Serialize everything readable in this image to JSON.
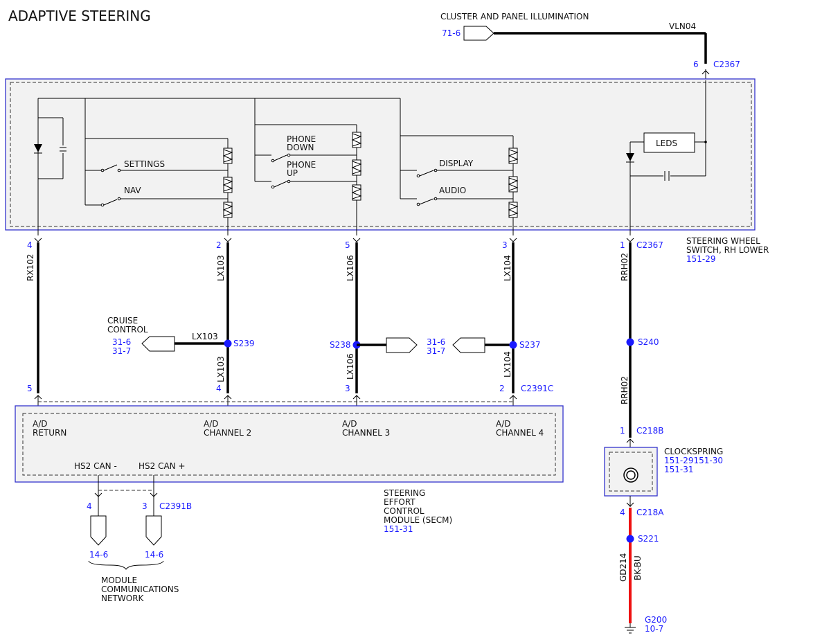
{
  "title": "ADAPTIVE STEERING",
  "illumination": {
    "label": "CLUSTER AND PANEL ILLUMINATION",
    "ref": "71-6",
    "wire": "VLN04",
    "pin": "6",
    "connector": "C2367"
  },
  "switch": {
    "labels": {
      "settings": "SETTINGS",
      "nav": "NAV",
      "phone_down_1": "PHONE",
      "phone_down_2": "DOWN",
      "phone_up_1": "PHONE",
      "phone_up_2": "UP",
      "display": "DISPLAY",
      "audio": "AUDIO",
      "leds": "LEDS"
    },
    "name_1": "STEERING WHEEL",
    "name_2": "SWITCH, RH LOWER",
    "ref": "151-29"
  },
  "pins_top": {
    "rx102": "4",
    "lx103": "2",
    "lx106": "5",
    "lx104": "3",
    "rrh02": "1",
    "connector": "C2367"
  },
  "wires": {
    "rx102": "RX102",
    "lx103": "LX103",
    "lx103_branch": "LX103",
    "lx103_lower": "LX103",
    "lx106": "LX106",
    "lx106_lower": "LX106",
    "lx104": "LX104",
    "lx104_lower": "LX104",
    "rrh02": "RRH02",
    "rrh02_lower": "RRH02",
    "gd214": "GD214",
    "bkbu": "BK-BU"
  },
  "cruise": {
    "label_1": "CRUISE",
    "label_2": "CONTROL",
    "ref_1": "31-6",
    "ref_2": "31-7"
  },
  "splices": {
    "s239": "S239",
    "s238": "S238",
    "s237": "S237",
    "s240": "S240",
    "s221": "S221"
  },
  "right_refs": {
    "ref_1": "31-6",
    "ref_2": "31-7"
  },
  "pins_bottom": {
    "return": "5",
    "ch2": "4",
    "ch3": "3",
    "ch4": "2",
    "connector": "C2391C"
  },
  "secm": {
    "return_1": "A/D",
    "return_2": "RETURN",
    "ch2_1": "A/D",
    "ch2_2": "CHANNEL 2",
    "ch3_1": "A/D",
    "ch3_2": "CHANNEL 3",
    "ch4_1": "A/D",
    "ch4_2": "CHANNEL 4",
    "can_minus": "HS2 CAN -",
    "can_plus": "HS2 CAN +",
    "name_1": "STEERING",
    "name_2": "EFFORT",
    "name_3": "CONTROL",
    "name_4": "MODULE (SECM)",
    "ref": "151-31"
  },
  "can": {
    "pin_minus": "4",
    "pin_plus": "3",
    "connector": "C2391B",
    "ref_minus": "14-6",
    "ref_plus": "14-6",
    "network_1": "MODULE",
    "network_2": "COMMUNICATIONS",
    "network_3": "NETWORK"
  },
  "clockspring": {
    "pin_top": "1",
    "conn_top": "C218B",
    "name": "CLOCKSPRING",
    "ref_1": "151-29151-30",
    "ref_2": "151-31",
    "pin_bottom": "4",
    "conn_bottom": "C218A"
  },
  "ground": {
    "name": "G200",
    "ref": "10-7"
  },
  "colors": {
    "wire": "#000000",
    "ground_wire": "#e11111",
    "reference": "#1a1aff",
    "module_border": "#3333cc"
  }
}
